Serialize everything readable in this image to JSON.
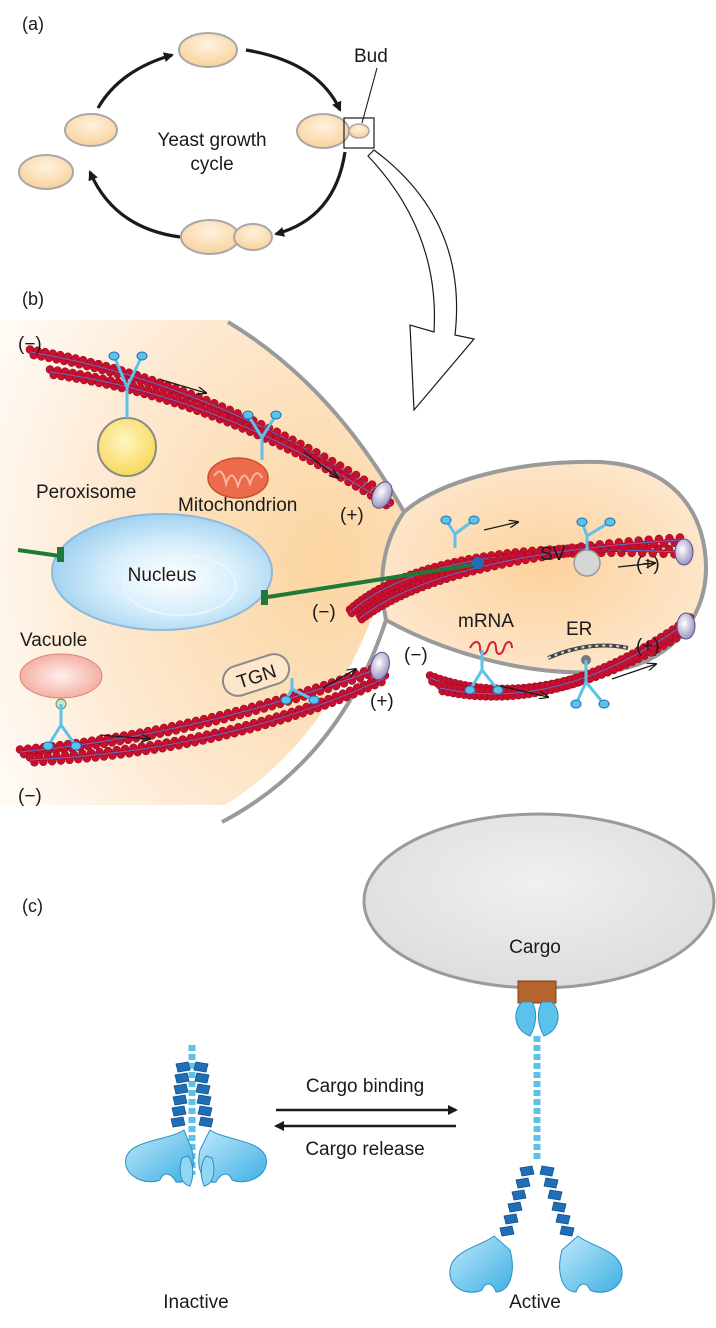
{
  "panel_a": {
    "label": "(a)",
    "cycle_label_line1": "Yeast growth",
    "cycle_label_line2": "cycle",
    "bud_label": "Bud"
  },
  "panel_b": {
    "label": "(b)",
    "organelles": {
      "peroxisome": "Peroxisome",
      "mitochondrion": "Mitochondrion",
      "nucleus": "Nucleus",
      "vacuole": "Vacuole",
      "tgn": "TGN",
      "mrna": "mRNA",
      "sv": "SV",
      "er": "ER"
    },
    "polarity": {
      "minus": "(−)",
      "plus": "(+)"
    }
  },
  "panel_c": {
    "label": "(c)",
    "cargo": "Cargo",
    "cargo_binding": "Cargo binding",
    "cargo_release": "Cargo release",
    "inactive": "Inactive",
    "active": "Active"
  },
  "colors": {
    "actin_red": "#c8102e",
    "yeast_cell_fill": "#fcd9a8",
    "myosin_blue": "#1e6fb8",
    "myosin_light_blue": "#5cc2ea",
    "peroxisome_yellow": "#fbe27a",
    "mitochondrion_orange": "#ec6b4a",
    "nucleus_blue": "#bfe1f5",
    "vacuole_pink": "#f6b3a8",
    "tether_green": "#1f7a3a",
    "cargo_grey": "#e6e6e6",
    "cargo_adapter_brown": "#b5652c"
  }
}
